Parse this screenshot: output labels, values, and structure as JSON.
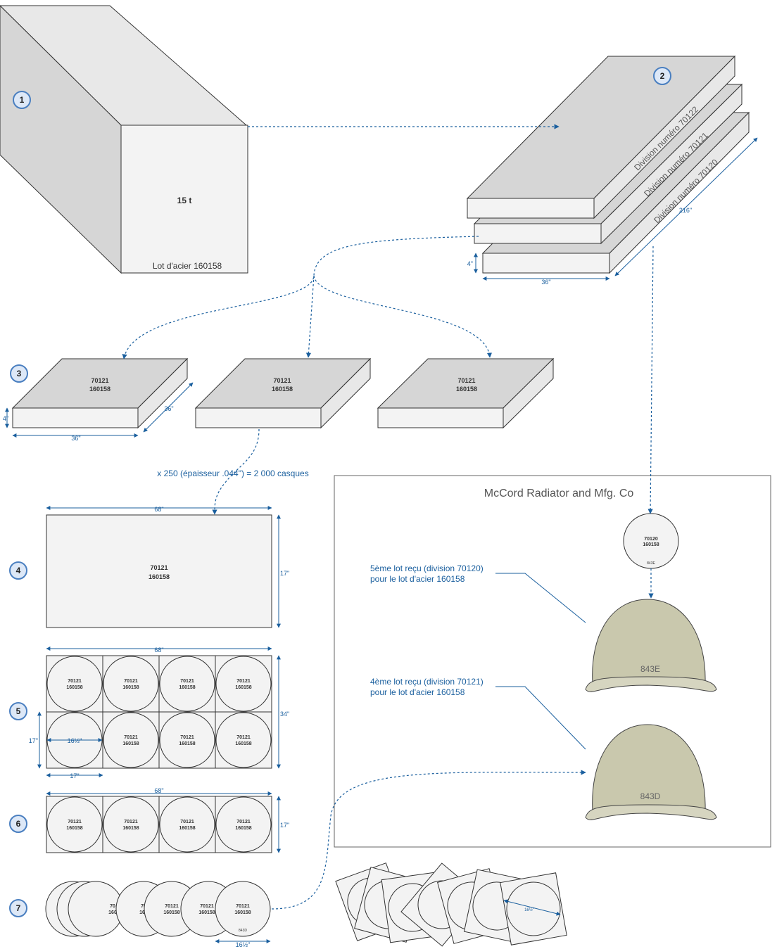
{
  "steps": [
    "1",
    "2",
    "3",
    "4",
    "5",
    "6",
    "7"
  ],
  "ingot": {
    "weight": "15 t",
    "lot_label": "Lot d'acier 160158"
  },
  "slabs": {
    "divisions": [
      "Division numéro 70122",
      "Division numéro 70121",
      "Division numéro 70120"
    ],
    "length": "216\"",
    "width": "36\"",
    "thickness": "4\""
  },
  "blocks": {
    "code": "70121",
    "lot": "160158",
    "depth": "36\"",
    "width": "36\"",
    "thickness": "4\""
  },
  "rolling_note": "x 250 (épaisseur .044\") = 2 000 casques",
  "sheet": {
    "code": "70121",
    "lot": "160158",
    "width": "68\"",
    "height": "17\""
  },
  "grid": {
    "width": "68\"",
    "height": "34\"",
    "cell": "17\"",
    "disc_diameter": "16½\""
  },
  "strip": {
    "width": "68\"",
    "height": "17\""
  },
  "stack": {
    "stamp": "843D",
    "diameter": "16½\""
  },
  "factory": {
    "title": "McCord Radiator and Mfg. Co",
    "disc_code": "70120",
    "disc_lot": "160158",
    "disc_stamp": "843E",
    "callout_1_line1": "5ème lot reçu (division 70120)",
    "callout_1_line2": "pour le lot d'acier 160158",
    "callout_2_line1": "4ème lot reçu (division 70121)",
    "callout_2_line2": "pour le lot d'acier 160158",
    "helmet_1_stamp": "843E",
    "helmet_2_stamp": "843D"
  },
  "scrap_diameter": "16½\""
}
